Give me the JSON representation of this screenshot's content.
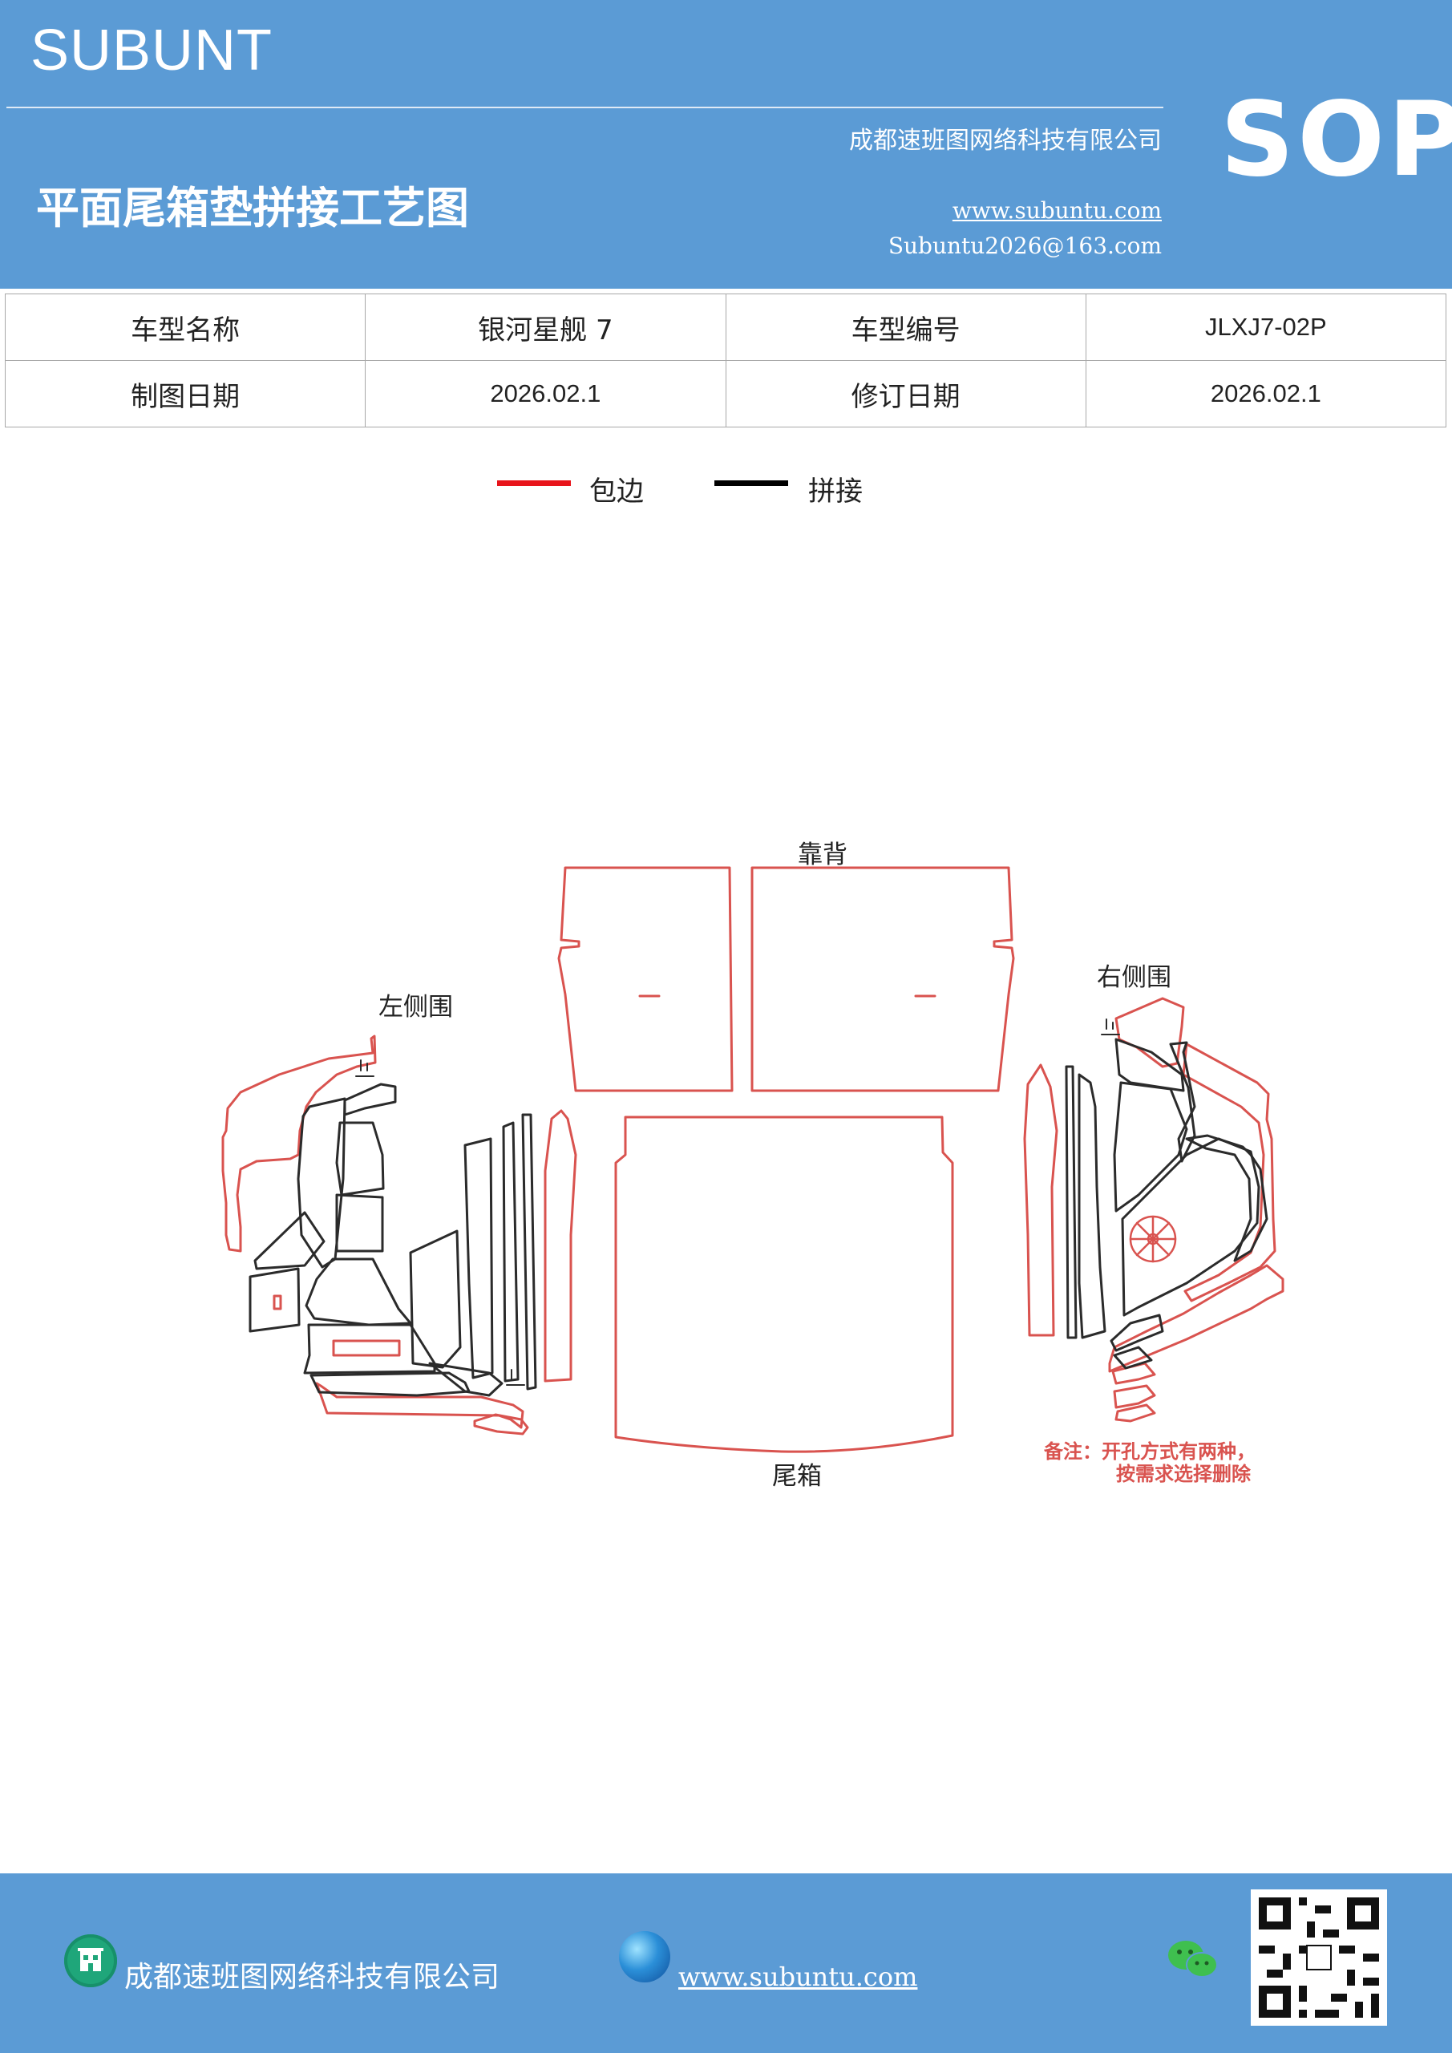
{
  "header": {
    "brand": "SUBUNT",
    "company": "成都速班图网络科技有限公司",
    "badge": "SOP",
    "title": "平面尾箱垫拼接工艺图",
    "website": "www.subuntu.com",
    "email": "Subuntu2026@163.com"
  },
  "info_table": {
    "rows": [
      [
        "车型名称",
        "银河星舰 7",
        "车型编号",
        "JLXJ7-02P"
      ],
      [
        "制图日期",
        "2026.02.1",
        "修订日期",
        "2026.02.1"
      ]
    ]
  },
  "legend": {
    "items": [
      {
        "label": "包边",
        "color": "#e8141b"
      },
      {
        "label": "拼接",
        "color": "#000000"
      }
    ]
  },
  "diagram": {
    "labels": {
      "back": "靠背",
      "left": "左侧围",
      "right": "右侧围",
      "trunk": "尾箱"
    },
    "note_line1": "备注：开孔方式有两种，",
    "note_line2": "按需求选择删除",
    "colors": {
      "edge": "#d9534f",
      "seam": "#2b2b2b"
    }
  },
  "footer": {
    "company": "成都速班图网络科技有限公司",
    "website": "www.subuntu.com"
  }
}
